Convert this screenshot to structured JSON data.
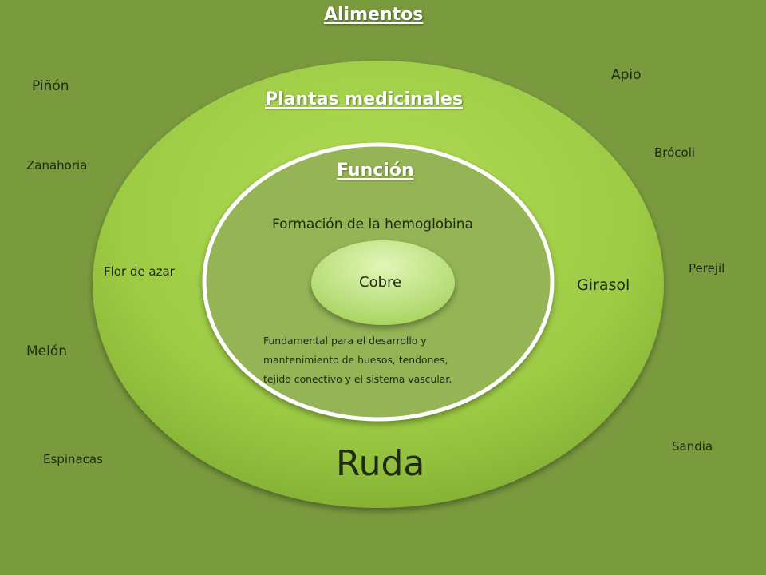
{
  "title": "Alimentos",
  "outer_heading": "Plantas medicinales",
  "inner_heading": "Función",
  "core_label": "Cobre",
  "function_1": "Formación de la hemoglobina",
  "function_2_lines": [
    "Fundamental para el desarrollo y",
    "mantenimiento de huesos, tendones,",
    "tejido conectivo y el sistema vascular."
  ],
  "plants": {
    "flor_de_azar": "Flor de azar",
    "girasol": "Girasol",
    "ruda": "Ruda"
  },
  "foods": {
    "pinon": "Piñón",
    "zanahoria": "Zanahoria",
    "melon": "Melón",
    "espinacas": "Espinacas",
    "apio": "Apio",
    "brocoli": "Brócoli",
    "perejil": "Perejil",
    "sandia": "Sandia"
  },
  "colors": {
    "background": "#7a9a3e",
    "outer_ellipse": "#9fcc45",
    "inner_ellipse": "#94b455",
    "core_ellipse": "#c7ea8e",
    "heading_text": "#ffffff"
  }
}
